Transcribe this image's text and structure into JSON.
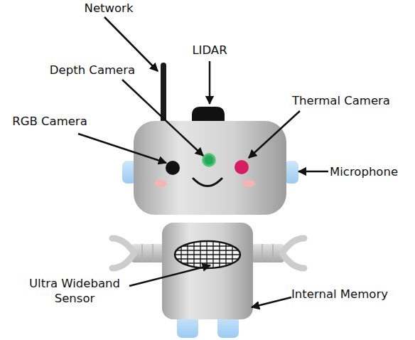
{
  "diagram": {
    "labels": [
      "Network",
      "LIDAR",
      "Depth Camera",
      "Thermal Camera",
      "RGB Camera",
      "Microphone",
      "Ultra Wideband Sensor",
      "Internal Memory"
    ]
  }
}
